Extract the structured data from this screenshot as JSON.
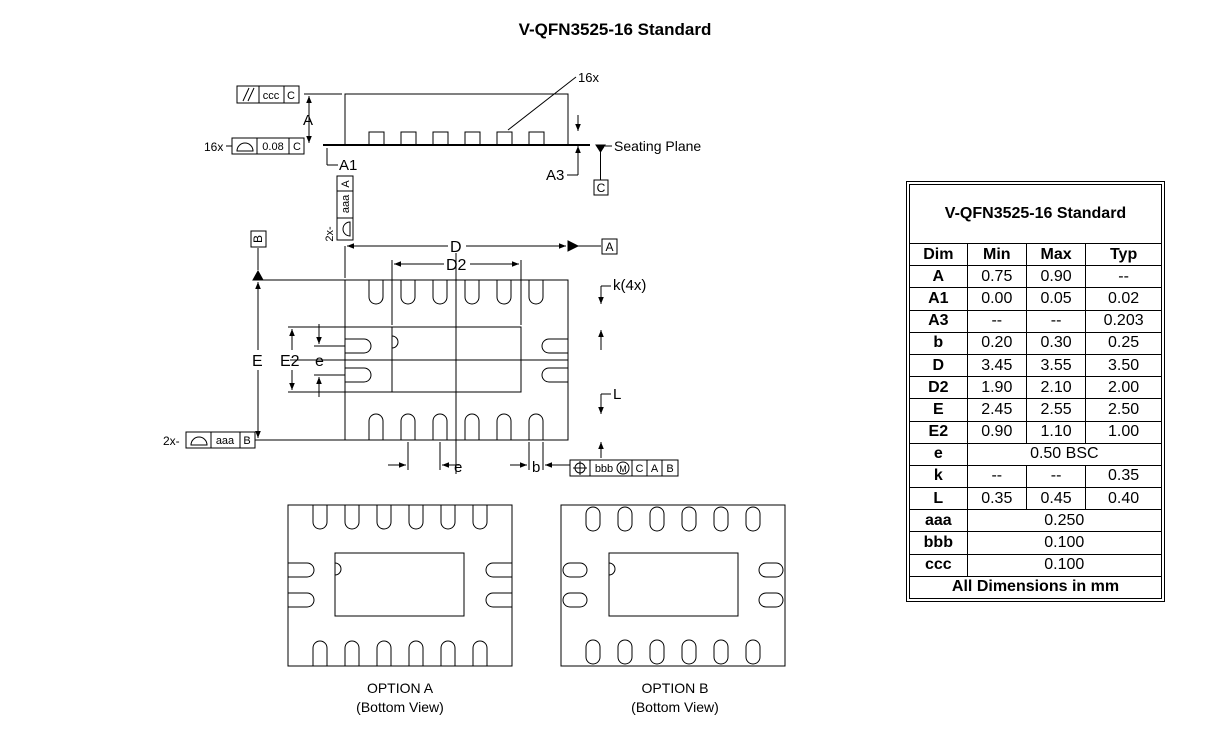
{
  "title": "V-QFN3525-16 Standard",
  "labels": {
    "count_16x": "16x",
    "count_16x_left": "16x",
    "count_2x_left": "2x-",
    "count_2x_vert": "2x-",
    "seating_plane": "Seating Plane",
    "A": "A",
    "A1": "A1",
    "A3": "A3",
    "D": "D",
    "D2": "D2",
    "E": "E",
    "E2": "E2",
    "e_side": "e",
    "e_bottom": "e",
    "b": "b",
    "k": "k(4x)",
    "L": "L",
    "datum_A": "A",
    "datum_B": "B",
    "datum_C": "C"
  },
  "fcf": {
    "parallel": {
      "tol": "ccc",
      "datum": "C"
    },
    "profile_side": {
      "tol": "0.08",
      "datum": "C"
    },
    "profile_vert": {
      "tol": "aaa",
      "datum": "A"
    },
    "profile_bottom": {
      "tol": "aaa",
      "datum": "B"
    },
    "position": {
      "tol": "bbb",
      "modifier": "M",
      "datums": [
        "C",
        "A",
        "B"
      ]
    }
  },
  "options": [
    {
      "name": "OPTION A",
      "view": "(Bottom View)"
    },
    {
      "name": "OPTION B",
      "view": "(Bottom View)"
    }
  ],
  "table": {
    "title": "V-QFN3525-16 Standard",
    "headers": [
      "Dim",
      "Min",
      "Max",
      "Typ"
    ],
    "rows": [
      [
        "A",
        "0.75",
        "0.90",
        "--"
      ],
      [
        "A1",
        "0.00",
        "0.05",
        "0.02"
      ],
      [
        "A3",
        "--",
        "--",
        "0.203"
      ],
      [
        "b",
        "0.20",
        "0.30",
        "0.25"
      ],
      [
        "D",
        "3.45",
        "3.55",
        "3.50"
      ],
      [
        "D2",
        "1.90",
        "2.10",
        "2.00"
      ],
      [
        "E",
        "2.45",
        "2.55",
        "2.50"
      ],
      [
        "E2",
        "0.90",
        "1.10",
        "1.00"
      ],
      [
        "k",
        "--",
        "--",
        "0.35"
      ],
      [
        "L",
        "0.35",
        "0.45",
        "0.40"
      ]
    ],
    "e_row": {
      "dim": "e",
      "value": "0.50 BSC"
    },
    "span_rows": [
      {
        "dim": "aaa",
        "value": "0.250"
      },
      {
        "dim": "bbb",
        "value": "0.100"
      },
      {
        "dim": "ccc",
        "value": "0.100"
      }
    ],
    "footer": "All Dimensions in mm"
  }
}
